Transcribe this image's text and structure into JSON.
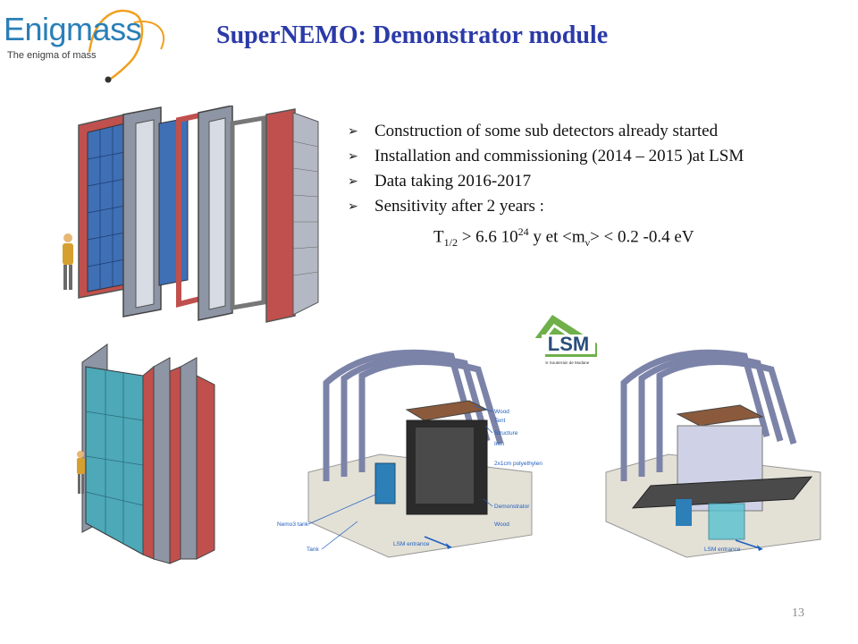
{
  "logo": {
    "name": "Enigmass",
    "tagline": "The enigma of mass"
  },
  "title": "SuperNEMO: Demonstrator module",
  "bullets": [
    "Construction of some sub detectors already started",
    "Installation and  commissioning (2014 – 2015 )at LSM",
    "Data taking 2016-2017",
    "Sensitivity after   2 years :"
  ],
  "formula": {
    "t": "T",
    "t_sub": "1/2",
    "gt_value": " > 6.6 10",
    "exp": "24",
    "mid": " y et <m",
    "nu": "ν",
    "tail": "> < 0.2 -0.4 eV"
  },
  "lsm_logo": {
    "text": "LSM",
    "subtitle": "Laboratoire Souterrain de Modane"
  },
  "lab_labels": {
    "wood_top": "Wood",
    "tent": "Tent",
    "structure": "Structure",
    "iron": "Iron",
    "polyethylene": "2x1cm polyethylen",
    "demonstrator": "Demonstrator",
    "wood_bottom": "Wood",
    "nemo3_tank": "Nemo3 tank",
    "tank": "Tank",
    "lsm_entrance": "LSM entrance",
    "lsm_entrance_right": "LSM entrance"
  },
  "page_number": "13",
  "colors": {
    "title": "#2b3aa8",
    "logo_blue": "#2a7fb8",
    "logo_orange": "#f0a020",
    "detector_red": "#c0504d",
    "calorimeter_blue": "#2f5fa8",
    "label_blue": "#1f5fbf"
  }
}
